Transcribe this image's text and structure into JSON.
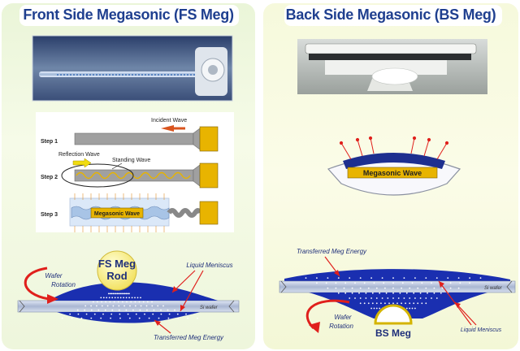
{
  "left": {
    "title": "Front Side Megasonic (FS Meg)",
    "steps": [
      "Step 1",
      "Step 2",
      "Step 3"
    ],
    "incident_wave": "Incident Wave",
    "reflection_wave": "Reflection Wave",
    "standing_wave": "Standing Wave",
    "megasonic_wave": "Megasonic Wave",
    "rod_line1": "FS Meg",
    "rod_line2": "Rod",
    "wafer_line1": "Wafer",
    "wafer_line2": "Rotation",
    "liquid_meniscus": "Liquid Meniscus",
    "si_wafer": "Si wafer",
    "transferred": "Transferred Meg Energy"
  },
  "right": {
    "title": "Back Side Megasonic (BS Meg)",
    "megasonic_wave": "Megasonic Wave",
    "transferred": "Transferred Meg Energy",
    "si_wafer": "Si wafer",
    "wafer_line1": "Wafer",
    "wafer_line2": "Rotation",
    "bs_meg": "BS Meg",
    "liquid_meniscus": "Liquid Meniscus"
  },
  "colors": {
    "title": "#1f3f8f",
    "meniscus": "#1a2fb0",
    "transducer": "#e8b400",
    "arrow_red": "#e0201c",
    "incident_arrow": "#d9541e",
    "reflection_arrow": "#f0dc10"
  }
}
